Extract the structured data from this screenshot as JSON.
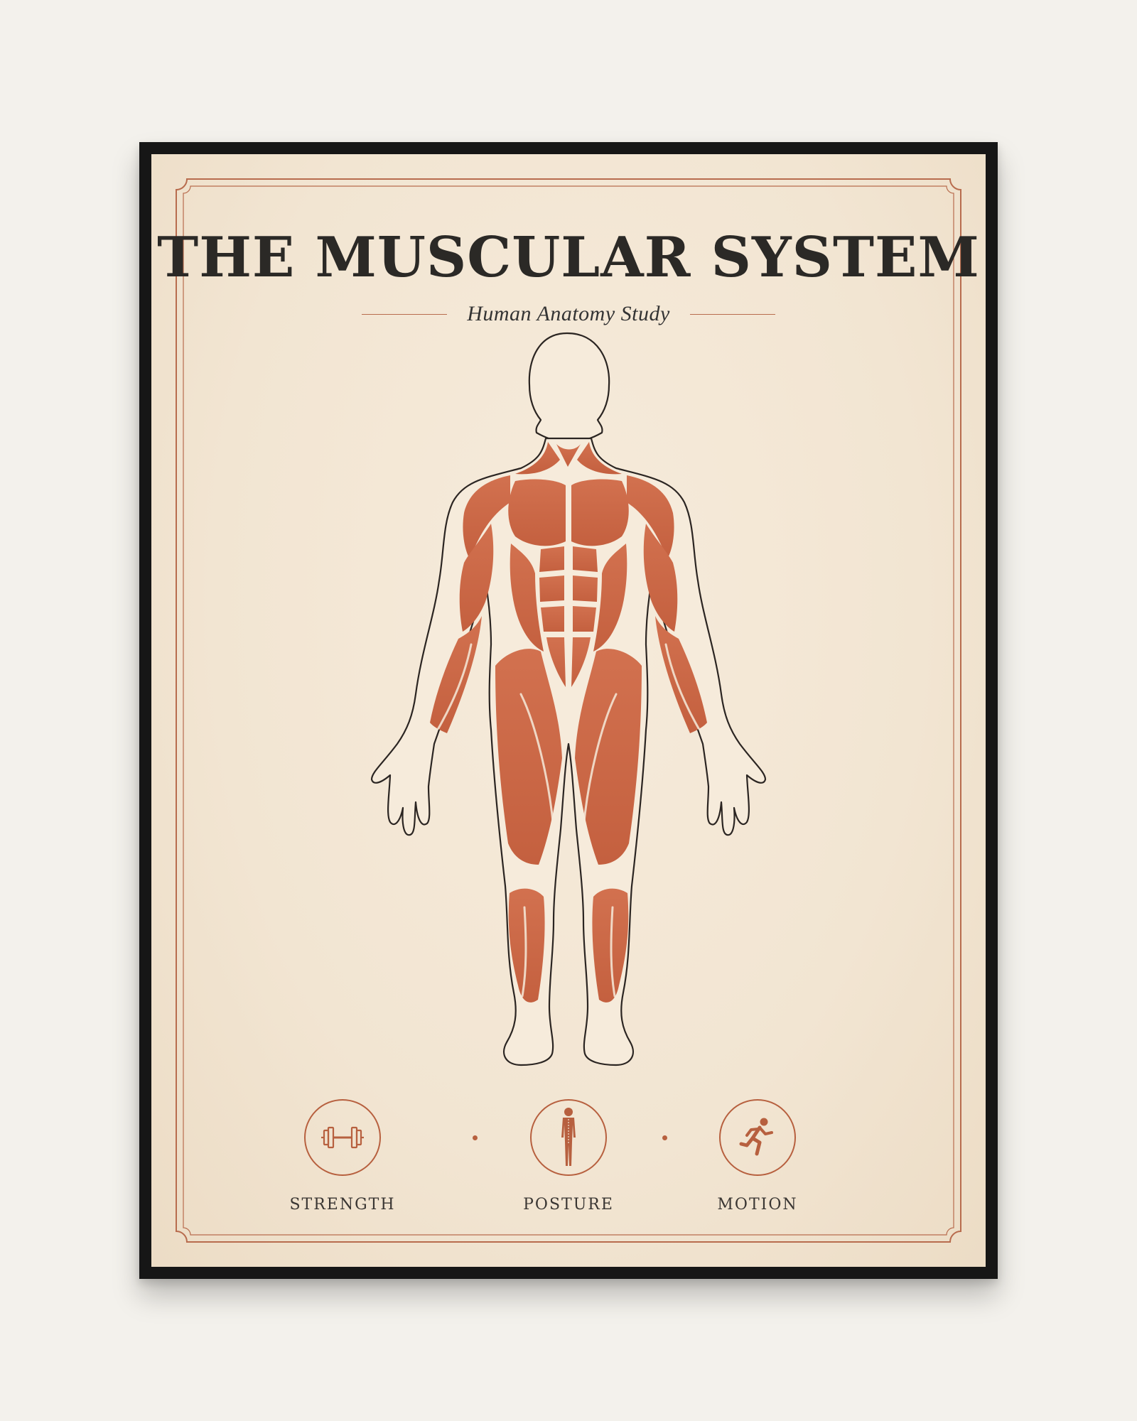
{
  "poster": {
    "title": "THE MUSCULAR SYSTEM",
    "subtitle": "Human Anatomy Study"
  },
  "features": [
    {
      "label": "STRENGTH",
      "icon": "dumbbell-icon"
    },
    {
      "label": "POSTURE",
      "icon": "human-figure-icon"
    },
    {
      "label": "MOTION",
      "icon": "running-person-icon"
    }
  ],
  "colors": {
    "muscle": "#cd6b4a",
    "accent": "#b7603f",
    "paper": "#f2e5d2",
    "frame": "#161616",
    "ink": "#2b2926"
  }
}
